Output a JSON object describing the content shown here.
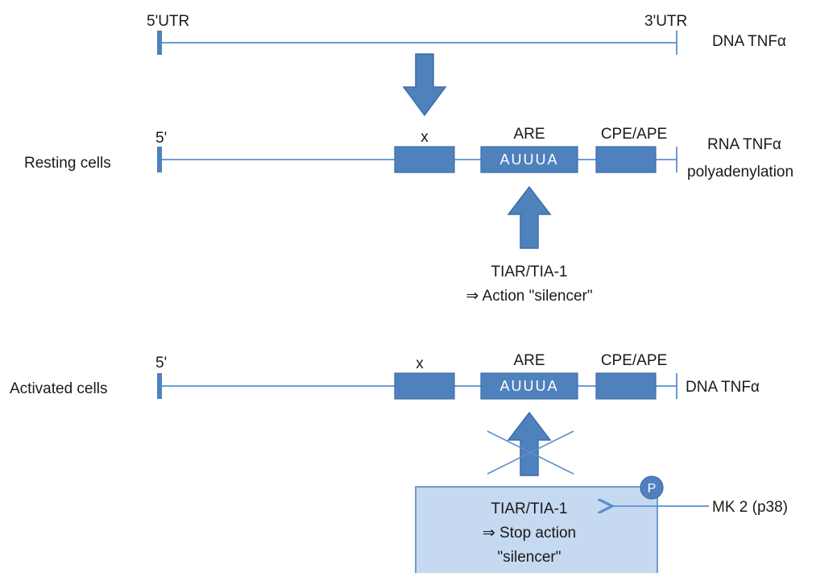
{
  "colors": {
    "line": "#5b8fcb",
    "box": "#4f81bd",
    "box_border": "#3c6ea8",
    "panel_fill": "#c5d9f1",
    "panel_border": "#4f81bd",
    "text": "#1a1a1a",
    "box_text": "#ffffff"
  },
  "dna_row": {
    "left_label": "5'UTR",
    "right_label": "3'UTR",
    "name": "DNA TNFα"
  },
  "resting_row": {
    "row_label": "Resting cells",
    "five_prime": "5'",
    "box_x_label": "x",
    "are_label": "ARE",
    "are_sequence": "AUUUA",
    "cpe_label": "CPE/APE",
    "name_line1": "RNA TNFα",
    "name_line2": "polyadenylation",
    "binder_line1": "TIAR/TIA-1",
    "binder_line2": "⇒ Action \"silencer\""
  },
  "activated_row": {
    "row_label": "Activated cells",
    "five_prime": "5'",
    "box_x_label": "x",
    "are_label": "ARE",
    "are_sequence": "AUUUA",
    "cpe_label": "CPE/APE",
    "name": "DNA TNFα",
    "binder_line1": "TIAR/TIA-1",
    "binder_line2": "⇒ Stop action",
    "binder_line3": "\"silencer\"",
    "phospho_badge": "P",
    "kinase_label": "MK 2 (p38)"
  }
}
